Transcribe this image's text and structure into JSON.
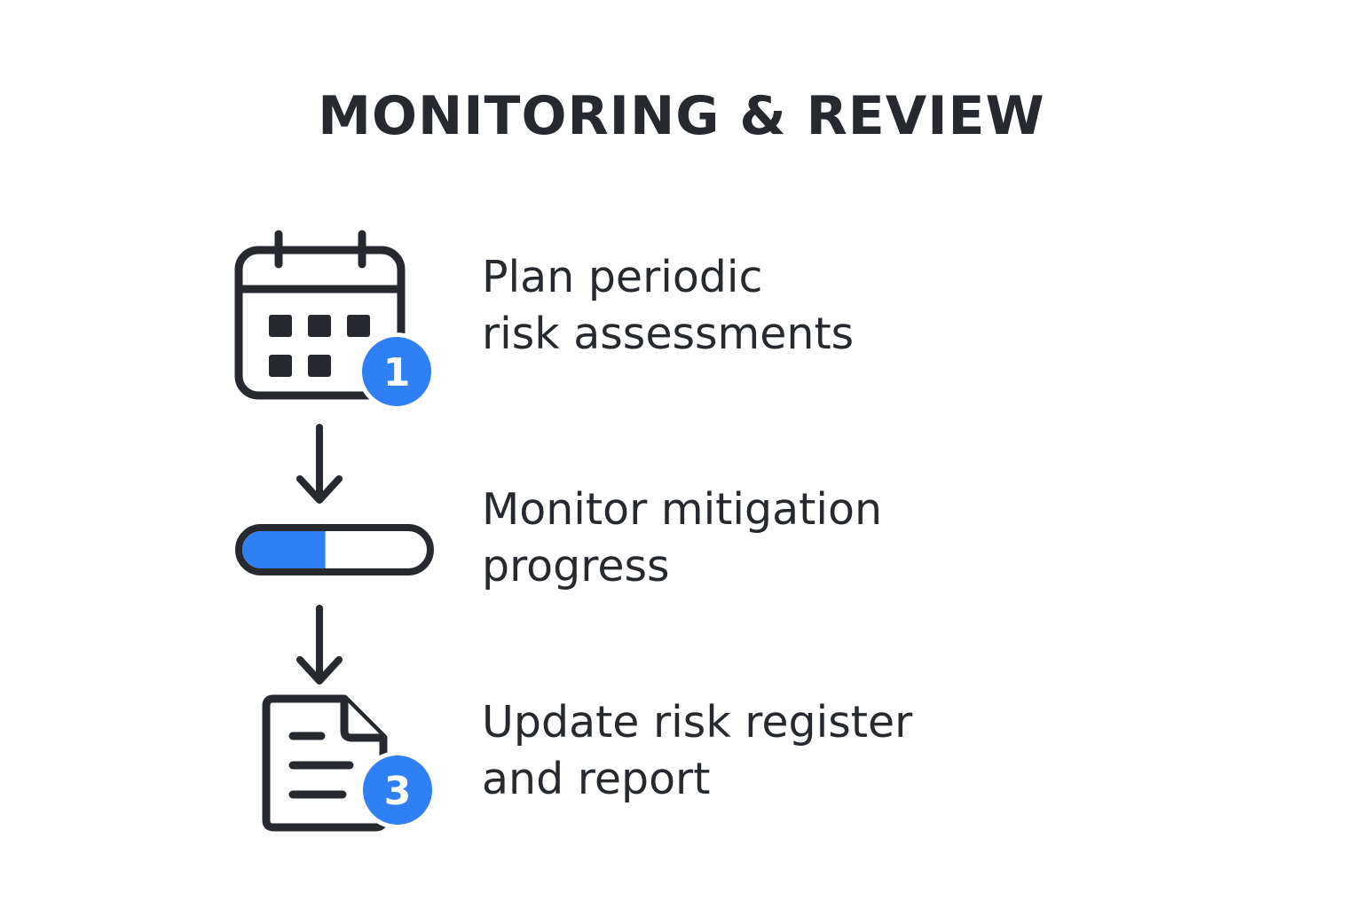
{
  "title": "MONITORING & REVIEW",
  "colors": {
    "ink": "#262a2f",
    "accent": "#2f80f5",
    "background": "#ffffff"
  },
  "steps": [
    {
      "icon": "calendar-icon",
      "badge": "1",
      "lines": [
        "Plan periodic",
        "risk assessments"
      ]
    },
    {
      "icon": "progress-bar-icon",
      "progress": 0.45,
      "lines": [
        "Monitor mitigation",
        "progress"
      ]
    },
    {
      "icon": "document-icon",
      "badge": "3",
      "lines": [
        "Update risk register",
        "and report"
      ]
    }
  ],
  "connectors": [
    "arrow-down-icon",
    "arrow-down-icon"
  ]
}
